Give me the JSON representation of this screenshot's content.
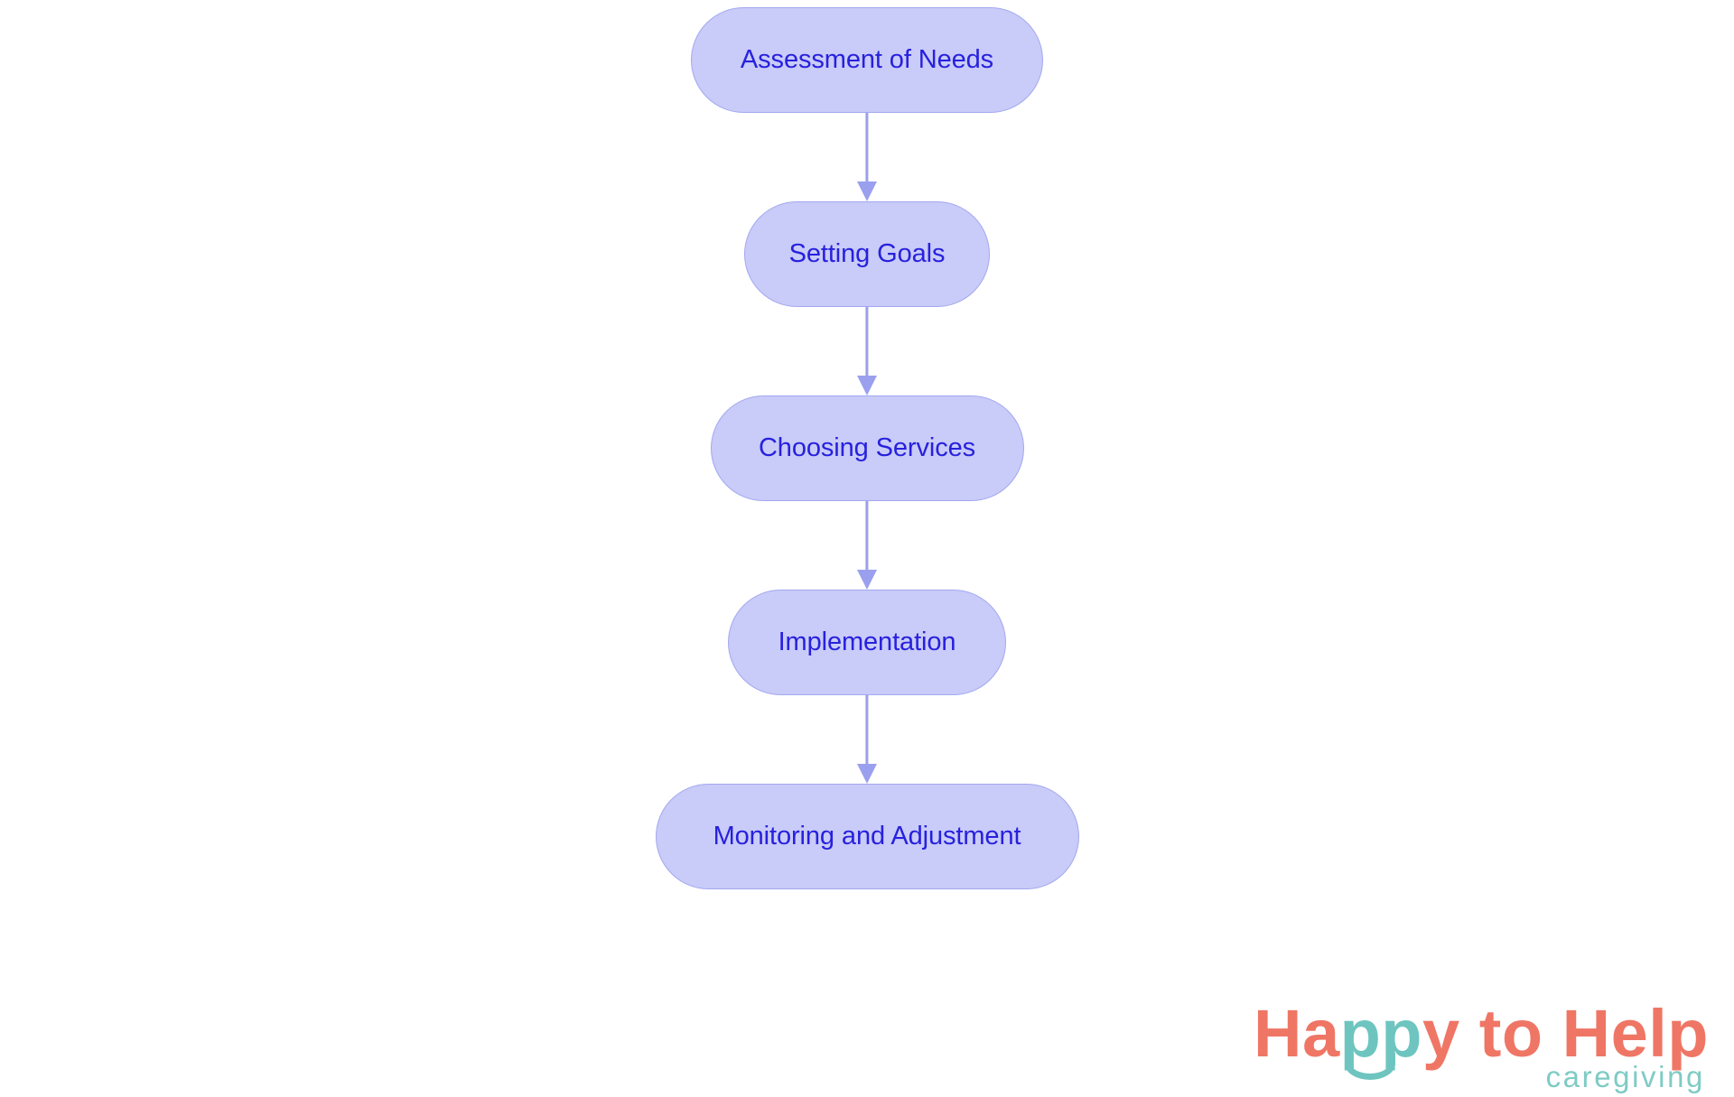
{
  "chart_data": {
    "type": "diagram",
    "diagram_type": "flowchart",
    "orientation": "top-to-bottom",
    "title": "",
    "nodes": [
      {
        "id": "n0",
        "label": "Assessment of Needs",
        "shape": "stadium"
      },
      {
        "id": "n1",
        "label": "Setting Goals",
        "shape": "stadium"
      },
      {
        "id": "n2",
        "label": "Choosing Services",
        "shape": "stadium"
      },
      {
        "id": "n3",
        "label": "Implementation",
        "shape": "stadium"
      },
      {
        "id": "n4",
        "label": "Monitoring and Adjustment",
        "shape": "stadium"
      }
    ],
    "edges": [
      {
        "from": "n0",
        "to": "n1",
        "label": "",
        "arrow": "down"
      },
      {
        "from": "n1",
        "to": "n2",
        "label": "",
        "arrow": "down"
      },
      {
        "from": "n2",
        "to": "n3",
        "label": "",
        "arrow": "down"
      },
      {
        "from": "n3",
        "to": "n4",
        "label": "",
        "arrow": "down"
      }
    ],
    "colors": {
      "background": "#ffffff",
      "node_fill": "#c9cbf8",
      "node_border": "#a3a8ef",
      "node_text": "#2721dd",
      "edge": "#9aa0ee"
    }
  },
  "flowchart": {
    "nodes": [
      {
        "label": "Assessment of Needs"
      },
      {
        "label": "Setting Goals"
      },
      {
        "label": "Choosing Services"
      },
      {
        "label": "Implementation"
      },
      {
        "label": "Monitoring and Adjustment"
      }
    ]
  },
  "logo": {
    "word_happy_ha": "Ha",
    "word_happy_pp": "pp",
    "word_happy_y": "y",
    "word_to": " to ",
    "word_help": "Help",
    "tagline": "caregiving",
    "colors": {
      "coral": "#ef7665",
      "teal": "#6ec5c0",
      "tagline_teal": "#7fcbc5"
    }
  }
}
